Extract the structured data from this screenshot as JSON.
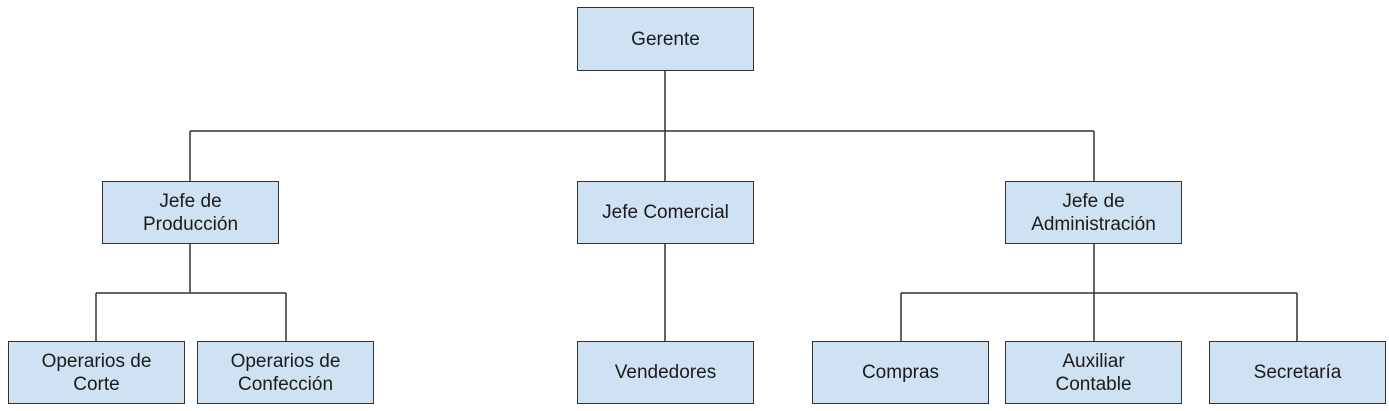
{
  "org_chart": {
    "root": {
      "lines": [
        "Gerente"
      ]
    },
    "level1": [
      {
        "lines": [
          "Jefe de",
          "Producción"
        ]
      },
      {
        "lines": [
          "Jefe Comercial"
        ]
      },
      {
        "lines": [
          "Jefe de",
          "Administración"
        ]
      }
    ],
    "level2": [
      {
        "lines": [
          "Operarios de",
          "Corte"
        ]
      },
      {
        "lines": [
          "Operarios de",
          "Confección"
        ]
      },
      {
        "lines": [
          "Vendedores"
        ]
      },
      {
        "lines": [
          "Compras"
        ]
      },
      {
        "lines": [
          "Auxiliar",
          "Contable"
        ]
      },
      {
        "lines": [
          "Secretaría"
        ]
      }
    ]
  },
  "colors": {
    "box_fill": "#cfe2f3",
    "box_border": "#333333",
    "line": "#333333"
  }
}
